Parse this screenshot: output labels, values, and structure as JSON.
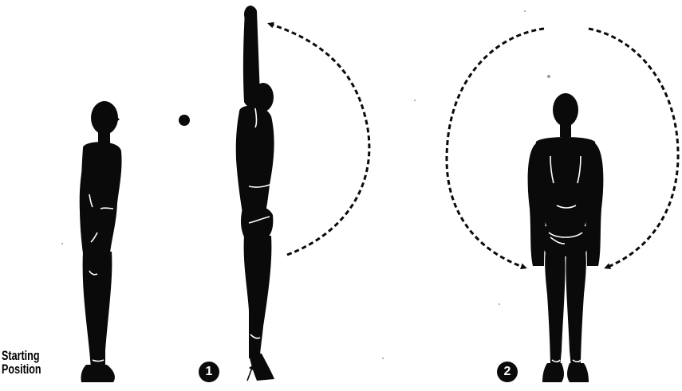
{
  "labels": {
    "starting_line1": "Starting",
    "starting_line2": "Position",
    "step1": "1",
    "step2": "2"
  },
  "colors": {
    "figure": "#0a0a0a",
    "background": "#ffffff",
    "highlight": "#ffffff"
  }
}
